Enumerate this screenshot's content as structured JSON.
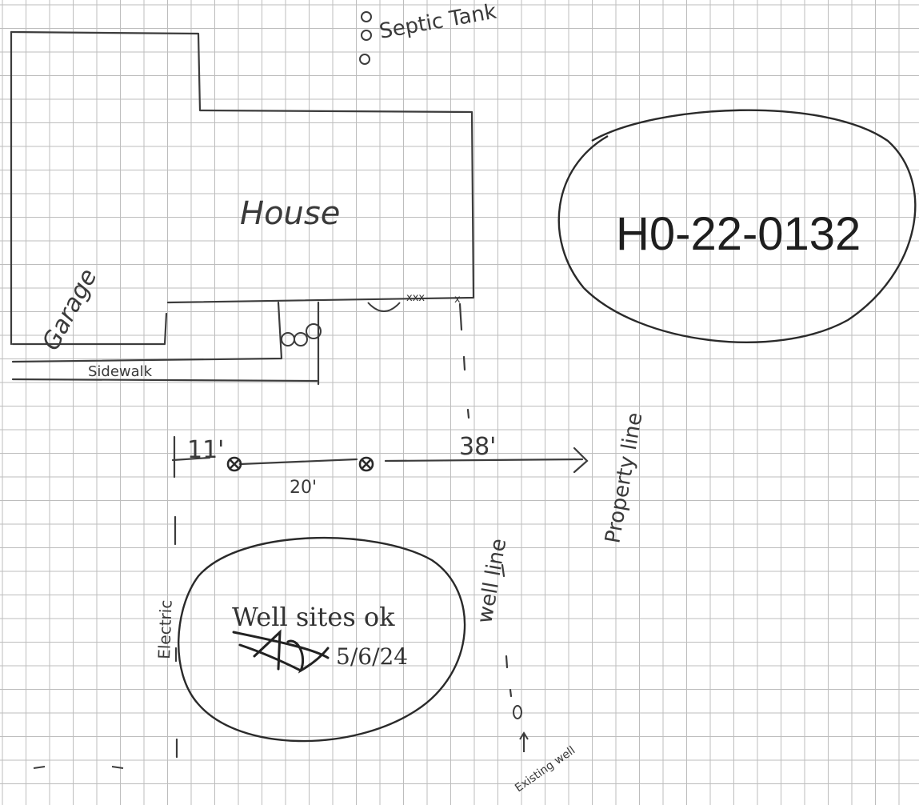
{
  "labels": {
    "septic_tank": "Septic Tank",
    "house": "House",
    "garage": "Garage",
    "sidewalk": "Sidewalk",
    "permit_number": "H0-22-0132",
    "dist_11": "11'",
    "dist_20": "20'",
    "dist_38": "38'",
    "property_line": "Property line",
    "well_line": "well line",
    "electric": "Electric",
    "approval": "Well sites ok",
    "approval_date": "5/6/24",
    "existing_well": "Existing well"
  },
  "colors": {
    "grid": "#bdbdbd",
    "ink": "#3c3c3c",
    "paper": "#ffffff"
  }
}
